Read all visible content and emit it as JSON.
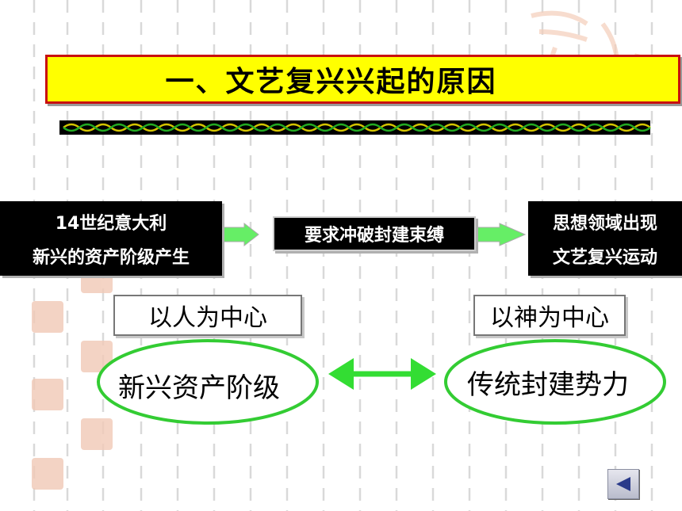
{
  "title": "一、文艺复兴兴起的原因",
  "cause_box": {
    "line1": "14世纪意大利",
    "line2": "新兴的资产阶级产生"
  },
  "demand_box": "要求冲破封建束缚",
  "result_box": {
    "line1": "思想领域出现",
    "line2": "文艺复兴运动"
  },
  "left_label": "以人为中心",
  "right_label": "以神为中心",
  "left_ellipse": "新兴资产阶级",
  "right_ellipse": "传统封建势力",
  "colors": {
    "title_fill": "#ffff00",
    "title_border": "#c81010",
    "ellipse_border": "#33cc33",
    "arrow_green": "#33dd33"
  },
  "nav": {
    "back_icon": "back-triangle-icon"
  }
}
